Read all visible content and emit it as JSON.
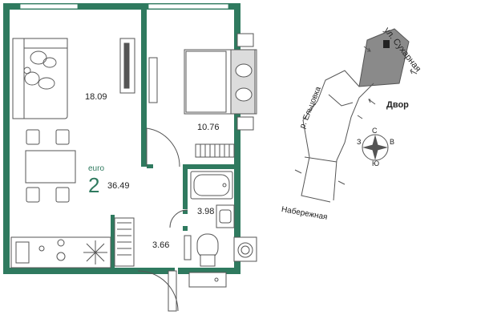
{
  "plan": {
    "type_label": "euro",
    "rooms_count": "2",
    "total_area": "36.49",
    "rooms": [
      {
        "area": "18.09"
      },
      {
        "area": "10.76"
      },
      {
        "area": "3.98"
      },
      {
        "area": "3.66"
      }
    ],
    "colors": {
      "wall": "#2f7a5f",
      "furniture": "#555555",
      "accent": "#2f7a5f",
      "building": "#8a8a8a"
    }
  },
  "site": {
    "street_label": "ул. Сухарная",
    "river_label": "р. Ельцовка",
    "yard_label": "Двор",
    "embankment_label": "Набережная",
    "compass": {
      "n": "С",
      "s": "Ю",
      "w": "З",
      "e": "В"
    }
  }
}
